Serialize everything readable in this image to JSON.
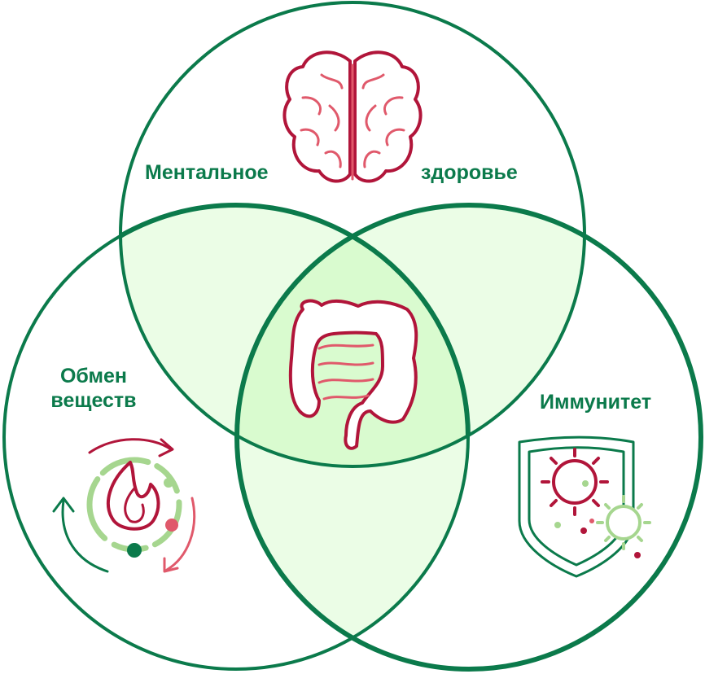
{
  "labels": {
    "mental_left": "Ментальное",
    "mental_right": "здоровье",
    "metabolism_line1": "Обмен",
    "metabolism_line2": "веществ",
    "immunity": "Иммунитет"
  },
  "icons": {
    "top": "brain-icon",
    "center": "intestine-icon",
    "left": "metabolism-cycle-icon",
    "right": "immune-shield-icon"
  },
  "colors": {
    "circle_stroke": "#0b7a4b",
    "overlap_light": "#ebfde6",
    "overlap_center": "#d9fbcf",
    "icon_dark_red": "#b1153a",
    "icon_light_red": "#e0596b",
    "icon_light_green": "#a6d68f",
    "icon_dark_green": "#0b7a4b"
  }
}
